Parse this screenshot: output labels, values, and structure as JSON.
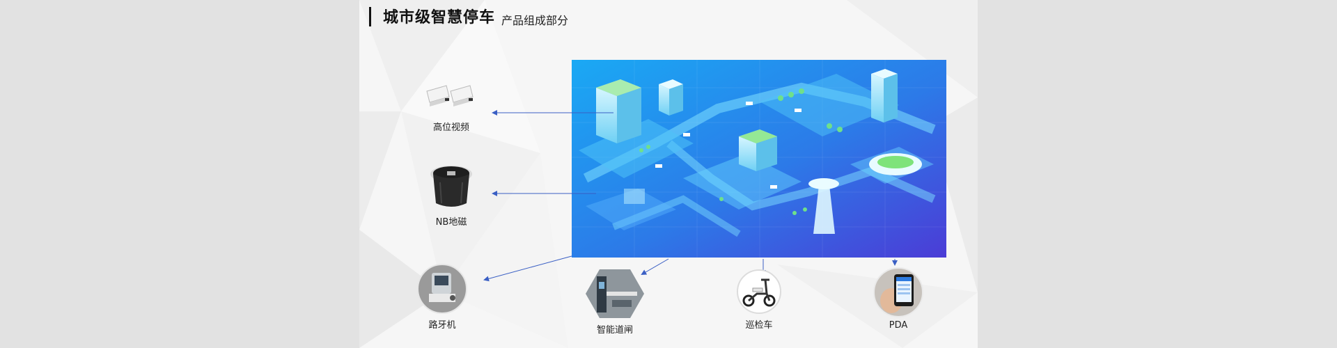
{
  "header": {
    "title": "城市级智慧停车",
    "subtitle": "产品组成部分"
  },
  "products": [
    {
      "id": "camera",
      "label": "高位视频",
      "icon": "camera-icon"
    },
    {
      "id": "sensor",
      "label": "NB地磁",
      "icon": "sensor-icon"
    },
    {
      "id": "roadside",
      "label": "路牙机",
      "icon": "roadside-unit-icon"
    },
    {
      "id": "gate",
      "label": "智能道闸",
      "icon": "barrier-gate-icon"
    },
    {
      "id": "scooter",
      "label": "巡检车",
      "icon": "scooter-icon"
    },
    {
      "id": "pda",
      "label": "PDA",
      "icon": "pda-icon"
    }
  ],
  "colors": {
    "title": "#111111",
    "arrow": "#3a5fc4",
    "hero_top": "#1fa3f2",
    "hero_bottom": "#4a3fd8"
  }
}
